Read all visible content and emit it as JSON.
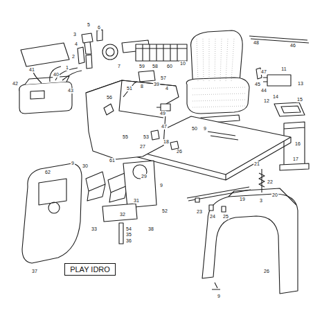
{
  "diagram": {
    "nodes": [
      {
        "text": [
          "PLAY IDRO"
        ]
      }
    ],
    "labels": [
      "5",
      "6",
      "3",
      "4",
      "2",
      "1",
      "7",
      "40",
      "41",
      "42",
      "43",
      "59",
      "58",
      "60",
      "57",
      "10",
      "48",
      "46",
      "47",
      "11",
      "13",
      "45",
      "44",
      "12",
      "14",
      "15",
      "16",
      "17",
      "56",
      "51",
      "8",
      "39",
      "4",
      "49",
      "47",
      "50",
      "9",
      "55",
      "53",
      "18",
      "27",
      "26",
      "29",
      "9",
      "52",
      "61",
      "9",
      "30",
      "62",
      "31",
      "32",
      "33",
      "54",
      "35",
      "36",
      "38",
      "37",
      "21",
      "22",
      "20",
      "3",
      "19",
      "23",
      "24",
      "25",
      "26",
      "9"
    ]
  }
}
